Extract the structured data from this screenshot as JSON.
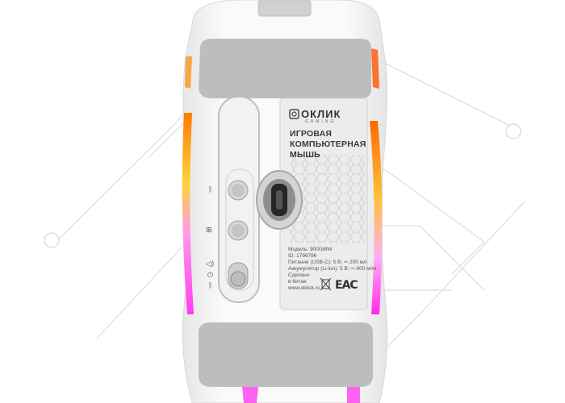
{
  "product": {
    "brand": "ОКЛИК",
    "brand_sub": "GAMING",
    "title_lines": [
      "ИГРОВАЯ",
      "КОМПЬЮТЕРНАЯ",
      "МЫШЬ"
    ],
    "specs": [
      "Модель: 900GMW",
      "ID: 1796786",
      "Питание (USB-C): 5 В; ⎓ 200 мА",
      "Аккумулятор (Li-ion): 5 В; ⎓ 600 мАч",
      "Сделано",
      "в Китае",
      "www.oklick.ru"
    ],
    "cert_mark": "ЕАС"
  },
  "icons": {
    "bluetooth_top": "bluetooth-icon",
    "dpi": "dpi-icon",
    "sound": "sound-icon",
    "power": "power-icon",
    "bluetooth_bottom": "bluetooth-icon",
    "recycle": "crossed-bin-icon"
  },
  "colors": {
    "body": "#f4f4f4",
    "pad": "#b9b9b9",
    "rgb_top": "#ff8a00",
    "rgb_mid": "#ffd23a",
    "rgb_bottom": "#ff3cf0"
  }
}
